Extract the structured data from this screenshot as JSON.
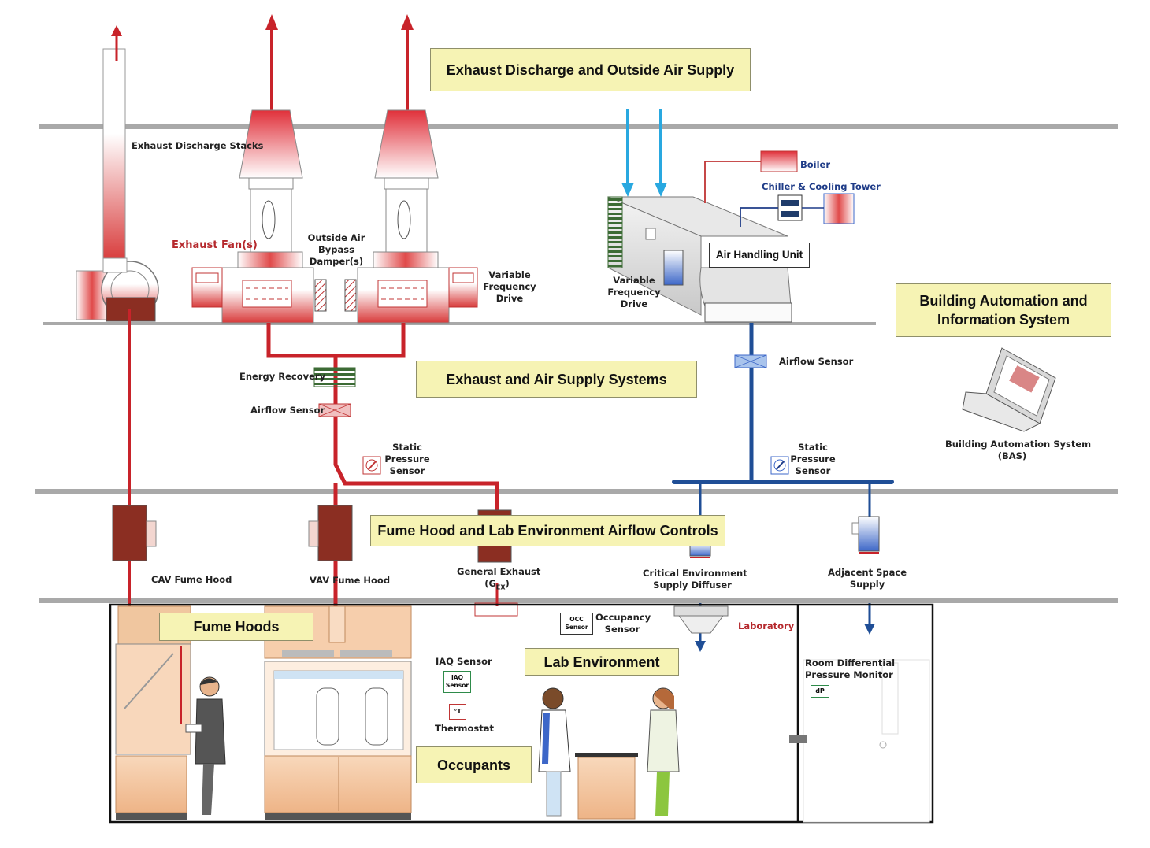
{
  "sections": {
    "exhaust_discharge": "Exhaust Discharge and Outside Air Supply",
    "exhaust_air_supply": "Exhaust and Air Supply Systems",
    "fume_hood_controls": "Fume Hood and Lab Environment Airflow Controls",
    "bas_box": "Building Automation and Information System",
    "fume_hoods": "Fume Hoods",
    "lab_environment": "Lab Environment",
    "occupants": "Occupants"
  },
  "labels": {
    "exhaust_stacks": "Exhaust Discharge Stacks",
    "exhaust_fans": "Exhaust Fan(s)",
    "bypass_damper_1": "Outside Air",
    "bypass_damper_2": "Bypass",
    "bypass_damper_3": "Damper(s)",
    "vfd_exhaust_1": "Variable",
    "vfd_exhaust_2": "Frequency",
    "vfd_exhaust_3": "Drive",
    "vfd_ahu_1": "Variable",
    "vfd_ahu_2": "Frequency",
    "vfd_ahu_3": "Drive",
    "boiler": "Boiler",
    "chiller": "Chiller & Cooling Tower",
    "ahu": "Air Handling Unit",
    "energy_recovery": "Energy Recovery",
    "airflow_sensor_exhaust": "Airflow Sensor",
    "airflow_sensor_supply": "Airflow Sensor",
    "static_pressure_exhaust_1": "Static",
    "static_pressure_exhaust_2": "Pressure",
    "static_pressure_exhaust_3": "Sensor",
    "static_pressure_supply_1": "Static",
    "static_pressure_supply_2": "Pressure",
    "static_pressure_supply_3": "Sensor",
    "bas_1": "Building Automation System",
    "bas_2": "(BAS)",
    "cav_hood": "CAV Fume Hood",
    "vav_hood": "VAV Fume Hood",
    "general_exhaust_1": "General Exhaust",
    "general_exhaust_2_main": "(G",
    "general_exhaust_2_sub": "EX",
    "general_exhaust_2_end": ")",
    "critical_env_1": "Critical Environment",
    "critical_env_2": "Supply Diffuser",
    "adjacent_1": "Adjacent Space",
    "adjacent_2": "Supply",
    "occupancy_1": "Occupancy",
    "occupancy_2": "Sensor",
    "laboratory": "Laboratory",
    "iaq_sensor": "IAQ Sensor",
    "thermostat": "Thermostat",
    "room_diff_1": "Room Differential",
    "room_diff_2": "Pressure Monitor"
  },
  "tags": {
    "occ_1": "OCC",
    "occ_2": "Sensor",
    "iaq_1": "IAQ",
    "iaq_2": "Sensor",
    "temp": "°T",
    "dp": "dP"
  },
  "colors": {
    "exhaust": "#c8232a",
    "supply": "#1f4e96",
    "outside_air": "#29a8e0",
    "floor": "#a9a9a9",
    "label_box": "#f6f3b4",
    "hood_dark": "#8b2e22",
    "cabinet": "#f0b88a"
  }
}
